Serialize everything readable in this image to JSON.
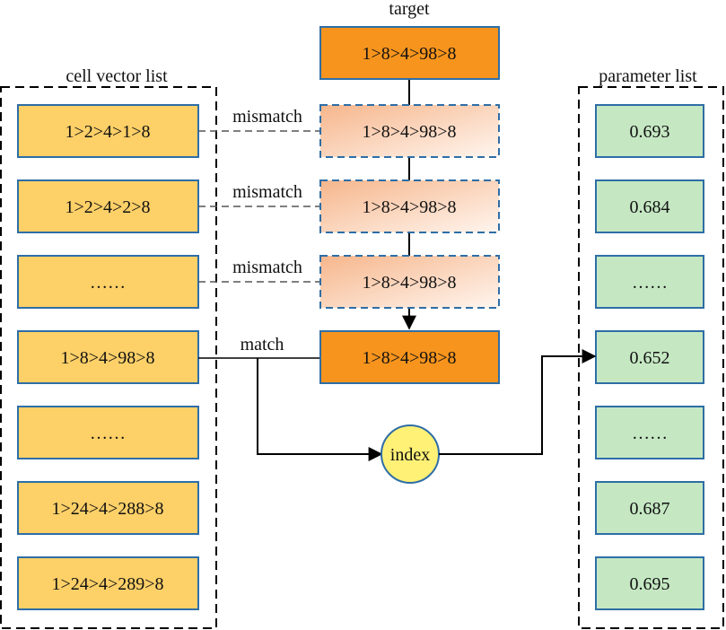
{
  "target": {
    "title": "target",
    "value": "1>8>4>98>8"
  },
  "cell_vector_list": {
    "title": "cell vector list",
    "items": [
      "1>2>4>1>8",
      "1>2>4>2>8",
      "……",
      "1>8>4>98>8",
      "……",
      "1>24>4>288>8",
      "1>24>4>289>8"
    ]
  },
  "comparisons": [
    {
      "label": "mismatch",
      "value": "1>8>4>98>8"
    },
    {
      "label": "mismatch",
      "value": "1>8>4>98>8"
    },
    {
      "label": "mismatch",
      "value": "1>8>4>98>8"
    }
  ],
  "match": {
    "label": "match",
    "value": "1>8>4>98>8"
  },
  "index_node": {
    "label": "index"
  },
  "parameter_list": {
    "title": "parameter list",
    "items": [
      "0.693",
      "0.684",
      "……",
      "0.652",
      "……",
      "0.687",
      "0.695"
    ]
  },
  "colors": {
    "target_fill": "#f7941d",
    "cell_fill": "#fdd068",
    "param_fill": "#c5e8c3",
    "box_border": "#2e6ea6",
    "index_fill": "#fff176",
    "compare_gradient_start": "#f6b68c",
    "compare_gradient_end": "#fff5ee"
  }
}
